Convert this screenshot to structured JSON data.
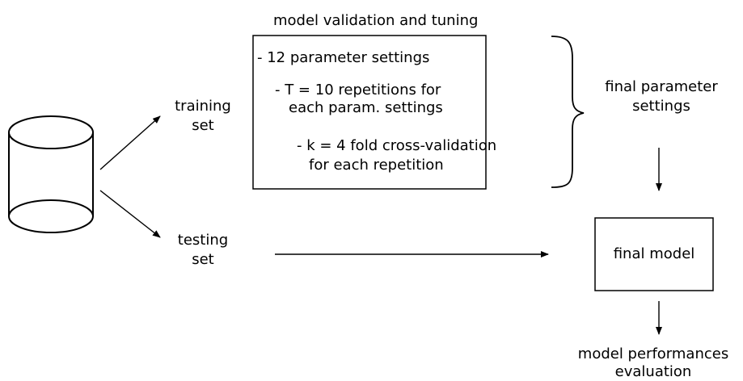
{
  "database": {
    "icon": "database-cylinder-icon"
  },
  "training_set": {
    "line1": "training",
    "line2": "set"
  },
  "testing_set": {
    "line1": "testing",
    "line2": "set"
  },
  "validation": {
    "title": "model validation and tuning",
    "items": [
      "- 12 parameter settings",
      "- T = 10 repetitions for",
      "each param. settings",
      "- k = 4 fold cross-validation",
      "for each repetition"
    ]
  },
  "final_params": {
    "line1": "final parameter",
    "line2": "settings"
  },
  "final_model": {
    "label": "final model"
  },
  "evaluation": {
    "line1": "model performances",
    "line2": "evaluation"
  }
}
